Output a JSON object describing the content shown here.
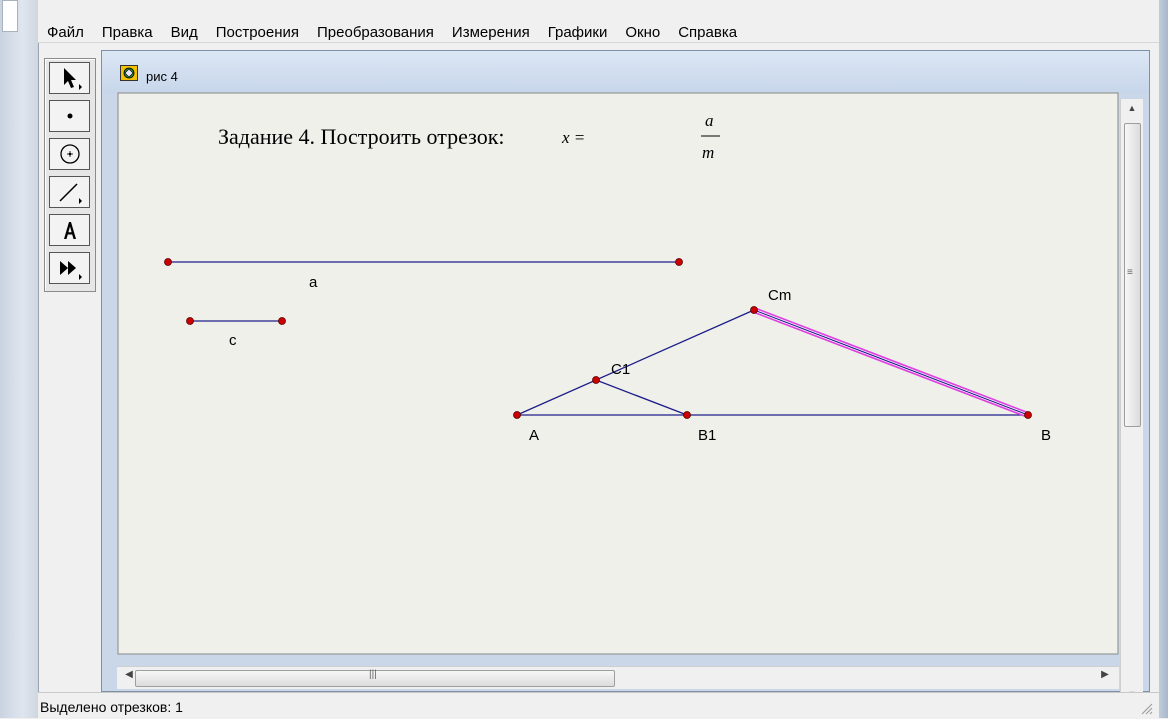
{
  "menubar": {
    "items": [
      "Файл",
      "Правка",
      "Вид",
      "Построения",
      "Преобразования",
      "Измерения",
      "Графики",
      "Окно",
      "Справка"
    ]
  },
  "toolbox": {
    "tools": [
      "arrow-tool-icon",
      "point-tool-icon",
      "compass-tool-icon",
      "straightedge-tool-icon",
      "text-tool-icon",
      "custom-tool-icon"
    ]
  },
  "document": {
    "title": "рис 4",
    "task": {
      "text": "Задание 4. Построить отрезок:",
      "formula_lhs": "x =",
      "numerator": "a",
      "denominator": "m"
    },
    "segment_labels": {
      "a": "a",
      "c": "c"
    },
    "point_labels": {
      "A": "A",
      "B1": "B1",
      "B": "B",
      "C1": "C1",
      "Cm": "Cm"
    },
    "colors": {
      "segment": "#1d1d8a",
      "point": "#cc0000",
      "selection": "#e040e0",
      "canvas": "#f0f0ea"
    }
  },
  "statusbar": {
    "text": "Выделено отрезков: 1"
  }
}
